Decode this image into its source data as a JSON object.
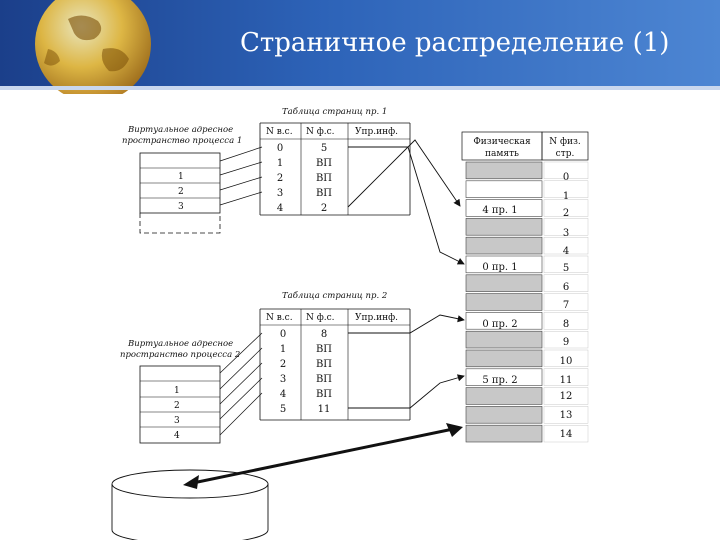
{
  "title": "Страничное распределение (1)",
  "page_table_1": {
    "caption": "Таблица страниц пр. 1",
    "headers": [
      "N в.с.",
      "N ф.с.",
      "Упр.инф."
    ],
    "rows": [
      [
        "0",
        "5"
      ],
      [
        "1",
        "ВП"
      ],
      [
        "2",
        "ВП"
      ],
      [
        "3",
        "ВП"
      ],
      [
        "4",
        "2"
      ]
    ]
  },
  "page_table_2": {
    "caption": "Таблица страниц пр. 2",
    "headers": [
      "N в.с.",
      "N ф.с.",
      "Упр.инф."
    ],
    "rows": [
      [
        "0",
        "8"
      ],
      [
        "1",
        "ВП"
      ],
      [
        "2",
        "ВП"
      ],
      [
        "3",
        "ВП"
      ],
      [
        "4",
        "ВП"
      ],
      [
        "5",
        "11"
      ]
    ]
  },
  "vas1": {
    "label_line1": "Виртуальное адресное",
    "label_line2": "пространство процесса 1",
    "rows": [
      "",
      "1",
      "2",
      "3"
    ]
  },
  "vas2": {
    "label_line1": "Виртуальное адресное",
    "label_line2": "пространство процесса 2",
    "rows": [
      "",
      "1",
      "2",
      "3",
      "4"
    ]
  },
  "physical_memory": {
    "header_line1": "Физическая",
    "header_line2": "память",
    "num_header_line1": "N физ.",
    "num_header_line2": "стр.",
    "frames": [
      {
        "num": "0",
        "label": "",
        "filled": true
      },
      {
        "num": "1",
        "label": "",
        "filled": false
      },
      {
        "num": "2",
        "label": "4 пр. 1",
        "filled": false
      },
      {
        "num": "3",
        "label": "",
        "filled": true
      },
      {
        "num": "4",
        "label": "",
        "filled": true
      },
      {
        "num": "5",
        "label": "0 пр. 1",
        "filled": false
      },
      {
        "num": "6",
        "label": "",
        "filled": true
      },
      {
        "num": "7",
        "label": "",
        "filled": true
      },
      {
        "num": "8",
        "label": "0 пр. 2",
        "filled": false
      },
      {
        "num": "9",
        "label": "",
        "filled": true
      },
      {
        "num": "10",
        "label": "",
        "filled": true
      },
      {
        "num": "11",
        "label": "5 пр. 2",
        "filled": false
      },
      {
        "num": "12",
        "label": "",
        "filled": true
      },
      {
        "num": "13",
        "label": "",
        "filled": true
      },
      {
        "num": "14",
        "label": "",
        "filled": true
      }
    ]
  },
  "colors": {
    "header_bg": "#2d63b8",
    "frame_fill": "#c8c8c8"
  }
}
